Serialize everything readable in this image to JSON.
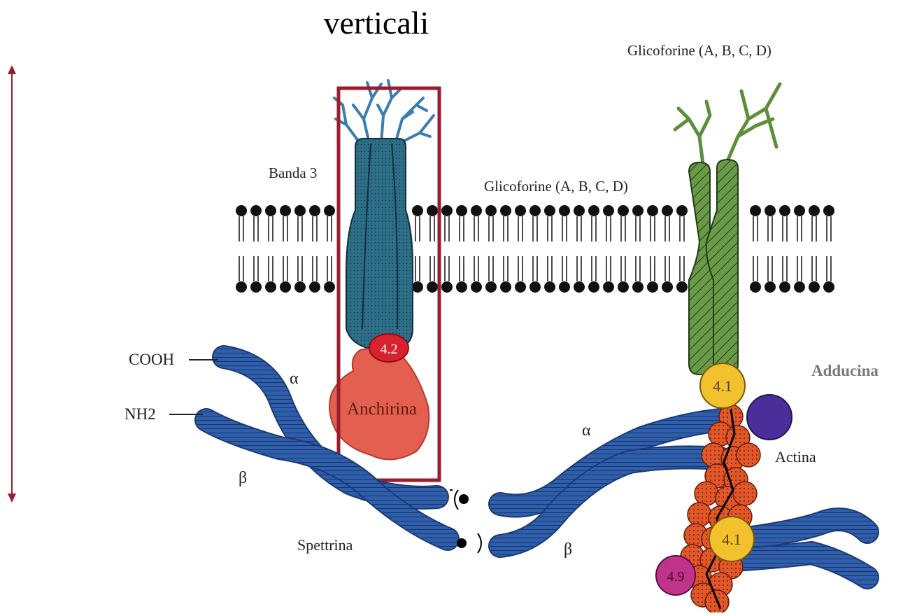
{
  "title": "verticali",
  "labels": {
    "glycophorin_top": "Glicoforine (A, B, C, D)",
    "glycophorin_mid": "Glicoforine (A, B, C, D)",
    "band3": "Banda 3",
    "cooh": "COOH",
    "nh2": "NH2",
    "alpha_left": "α",
    "beta_left": "β",
    "alpha_right": "α",
    "beta_right": "β",
    "spettrina": "Spettrina",
    "actina": "Actina",
    "adducina": "Adducina",
    "anchirina": "Anchirina",
    "p42": "4.2",
    "p41_top": "4.1",
    "p41_bottom": "4.1",
    "p49": "4.9"
  },
  "colors": {
    "highlight": "#9a1c2e",
    "band3": "#2e6f88",
    "glycophorin": "#5c8f3c",
    "spectrin": "#2f5faa",
    "ankyrin": "#e36050",
    "protein42": "#d8232e",
    "protein41": "#f2c12e",
    "adducin": "#4a2f9a",
    "actin": "#e0582a",
    "protein49": "#c0338a",
    "adducina_text": "#7a7a7a"
  }
}
